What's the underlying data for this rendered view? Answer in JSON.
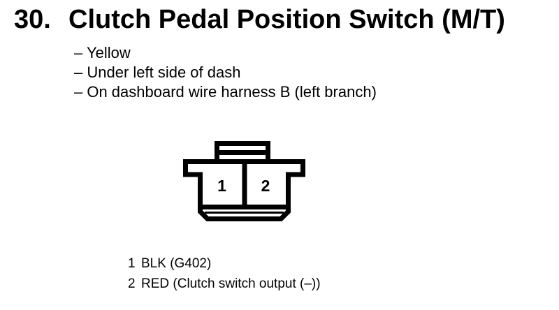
{
  "page": {
    "item_number": "30.",
    "title": "Clutch Pedal Position Switch (M/T)"
  },
  "details": [
    "– Yellow",
    "– Under left side of dash",
    "– On dashboard wire harness B (left branch)"
  ],
  "connector": {
    "cavities": [
      "1",
      "2"
    ]
  },
  "pin_legend": [
    {
      "pin": "1",
      "description": "BLK (G402)"
    },
    {
      "pin": "2",
      "description": "RED (Clutch switch output (–))"
    }
  ],
  "colors": {
    "ink": "#000000",
    "paper": "#ffffff"
  }
}
